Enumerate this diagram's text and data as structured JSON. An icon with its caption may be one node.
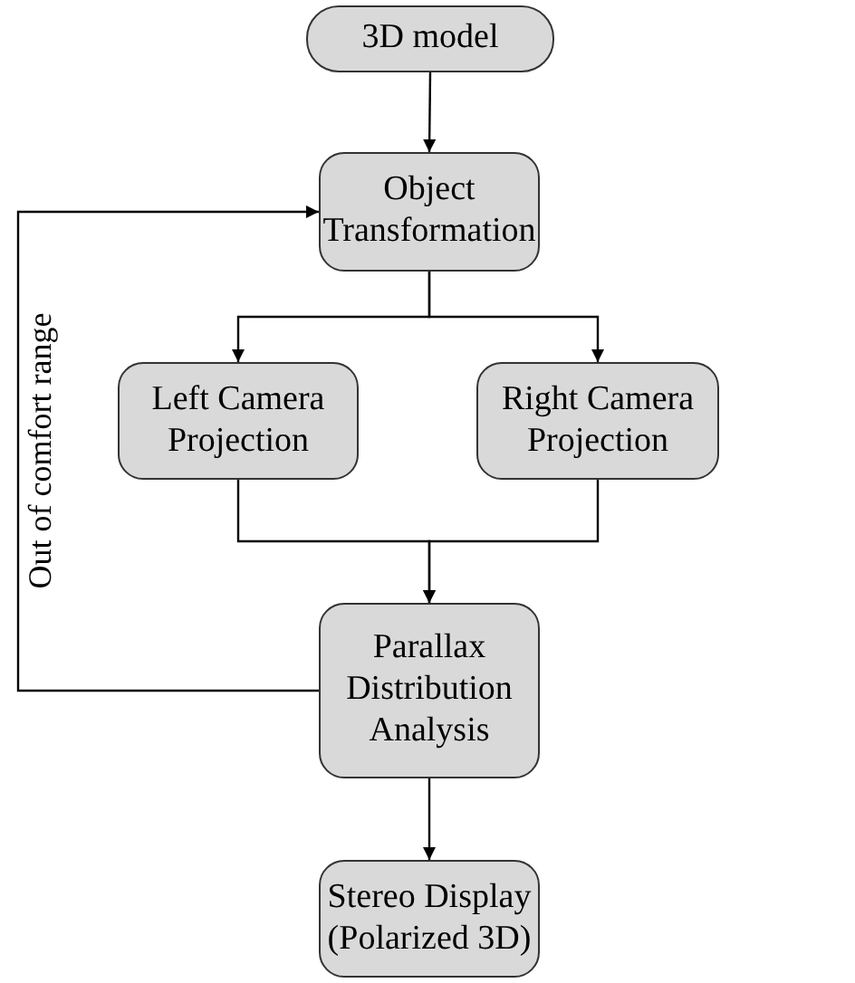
{
  "diagram": {
    "nodes": [
      {
        "text": [
          "3D model"
        ]
      },
      {
        "text": [
          "Object Transformation"
        ]
      },
      {
        "text": [
          "Left Camera Projection"
        ]
      },
      {
        "text": [
          "Right Camera Projection"
        ]
      },
      {
        "text": [
          "Parallax Distribution Analysis"
        ]
      },
      {
        "text": [
          "Stereo Display (Polarized 3D)"
        ]
      }
    ],
    "edges": [
      {
        "from": 0,
        "to": 1,
        "arrow": "to"
      },
      {
        "from": 1,
        "to": 2,
        "arrow": "to"
      },
      {
        "from": 1,
        "to": 3,
        "arrow": "to"
      },
      {
        "from": 2,
        "to": 4,
        "arrow": "to"
      },
      {
        "from": 3,
        "to": 4,
        "arrow": "to"
      },
      {
        "from": 4,
        "to": 1,
        "arrow": "to",
        "label": "Out of comfort range"
      },
      {
        "from": 4,
        "to": 5,
        "arrow": "to"
      }
    ]
  }
}
